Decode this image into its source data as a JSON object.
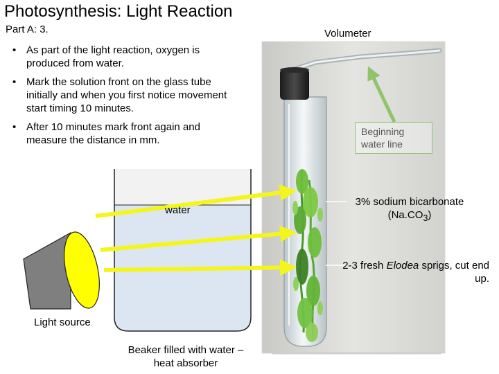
{
  "slide": {
    "title": "Photosynthesis: Light Reaction",
    "subtitle": "Part A: 3."
  },
  "bullets": [
    "As part of the light reaction, oxygen is produced from water.",
    "Mark the solution front on the glass tube initially and when you first notice movement start timing 10 minutes.",
    "After 10 minutes mark front again and measure the distance in mm."
  ],
  "labels": {
    "volumeter": "Volumeter",
    "beginning_water_line": "Beginning water line",
    "water": "water",
    "light_source": "Light source",
    "beaker": "Beaker filled with water – heat absorber",
    "bicarb_main": "3% sodium bicarbonate",
    "bicarb_formula_open": "(Na.CO",
    "bicarb_formula_sub": "3",
    "bicarb_formula_close": ")",
    "elodea_pre": "2-3 fresh ",
    "elodea_name": "Elodea",
    "elodea_post": " sprigs, cut end up."
  },
  "colors": {
    "arrow_yellow": "#f5f51e",
    "arrow_green": "#8fc56a",
    "beaker_water": "#dce6f2",
    "beaker_air": "#f2f2f2",
    "lamp_body": "#7f7f7f",
    "lamp_lens": "#ffff00"
  }
}
